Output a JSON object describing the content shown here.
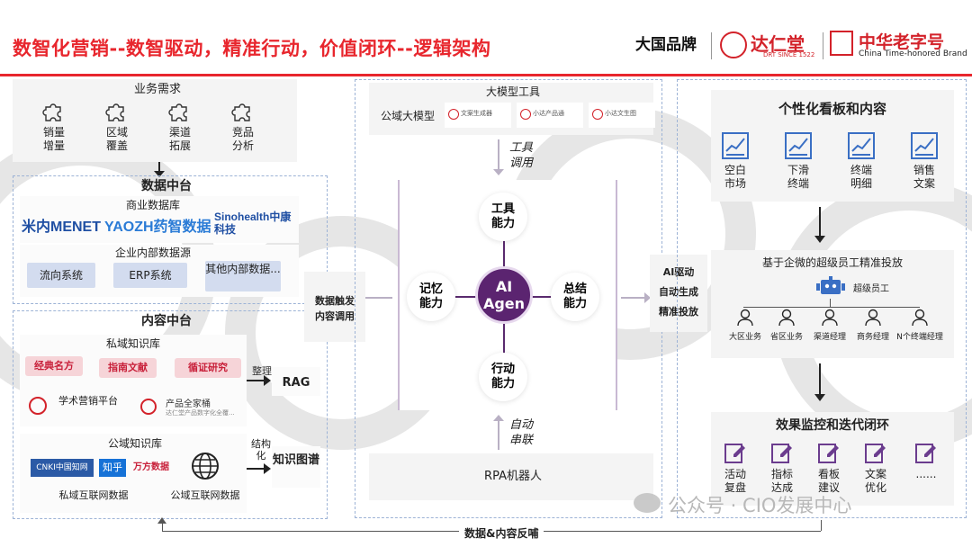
{
  "header": {
    "title": "数智化营销--数智驱动，精准行动，价值闭环--逻辑架构",
    "brand1": "大国品牌",
    "brand2": "达仁堂",
    "brand2_sub": "DRT SINCE 1522",
    "brand3": "中华老字号",
    "brand3_sub": "China Time-honored Brand"
  },
  "left": {
    "biz_title": "业务需求",
    "biz_items": [
      "销量\n增量",
      "区域\n覆盖",
      "渠道\n拓展",
      "竞品\n分析"
    ],
    "data_center": "数据中台",
    "commercial_db": "商业数据库",
    "logos": [
      "米内MENET",
      "YAOZH药智数据",
      "Sinohealth中康科技"
    ],
    "enterprise_src": "企业内部数据源",
    "systems": [
      "流向系统",
      "ERP系统",
      "其他内部数据..."
    ],
    "content_center": "内容中台",
    "private_kb": "私域知识库",
    "kb_pills": [
      "经典名方",
      "指南文献",
      "循证研究"
    ],
    "kb_apps": [
      "学术营销平台",
      "产品全家桶"
    ],
    "kb_app_sub": "达仁堂产品数字化全覆...",
    "organize": "整理",
    "rag": "RAG",
    "public_kb": "公域知识库",
    "public_logos": [
      "CNKI中国知网",
      "知乎",
      "万方数据"
    ],
    "private_web": "私域互联网数据",
    "public_web": "公域互联网数据",
    "structure": "结构化",
    "kg": "知识图谱"
  },
  "middle": {
    "trigger": "数据触发\n内容调用",
    "tools_title": "大模型工具",
    "public_model": "公域大模型",
    "tool_cards": [
      "文案生成器",
      "小达产品通",
      "小达文生图"
    ],
    "tool_call": "工具\n调用",
    "nodes": {
      "tool": "工具\n能力",
      "memory": "记忆\n能力",
      "summary": "总结\n能力",
      "action": "行动\n能力",
      "core": "AI\nAgen"
    },
    "auto_chain": "自动\n串联",
    "rpa": "RPA机器人",
    "feedback": "数据&内容反哺"
  },
  "right": {
    "ai_drive": "AI驱动\n自动生成\n精准投放",
    "board_title": "个性化看板和内容",
    "board_items": [
      "空白\n市场",
      "下滑\n终端",
      "终端\n明细",
      "销售\n文案"
    ],
    "deploy_title": "基于企微的超级员工精准投放",
    "super_staff": "超级员工",
    "staff": [
      "大区业务",
      "省区业务",
      "渠道经理",
      "商务经理",
      "N个终端经理"
    ],
    "monitor_title": "效果监控和迭代闭环",
    "monitor_items": [
      "活动\n复盘",
      "指标\n达成",
      "看板\n建议",
      "文案\n优化",
      "......"
    ],
    "watermark": "公众号 · CIO发展中心"
  }
}
